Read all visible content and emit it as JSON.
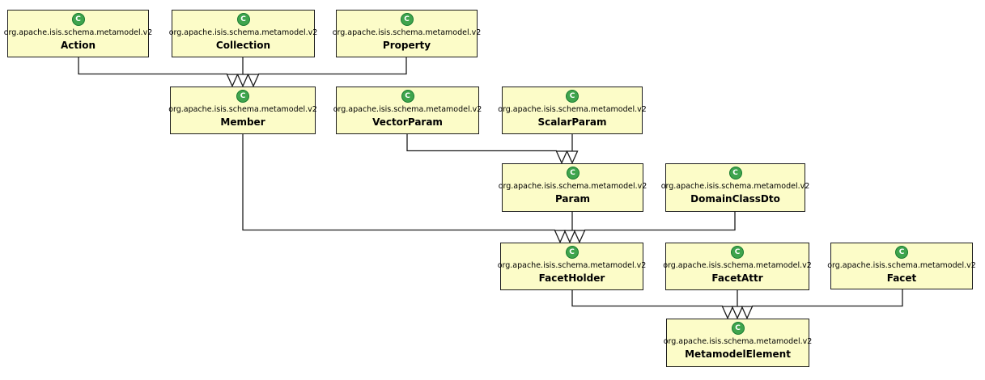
{
  "diagram": {
    "type": "uml-class-diagram",
    "icon_letter": "C",
    "colors": {
      "node_fill": "#fcfcc8",
      "node_border": "#1d1d1d",
      "icon_fill": "#3fa44d",
      "icon_border": "#167a2f",
      "icon_letter_color": "#ffffff",
      "edge_stroke": "#1d1d1d",
      "arrowhead_fill": "#ffffff",
      "background": "#ffffff"
    },
    "nodes": [
      {
        "id": "action",
        "package": "org.apache.isis.schema.metamodel.v2",
        "name": "Action"
      },
      {
        "id": "collection",
        "package": "org.apache.isis.schema.metamodel.v2",
        "name": "Collection"
      },
      {
        "id": "property",
        "package": "org.apache.isis.schema.metamodel.v2",
        "name": "Property"
      },
      {
        "id": "member",
        "package": "org.apache.isis.schema.metamodel.v2",
        "name": "Member"
      },
      {
        "id": "vectorparam",
        "package": "org.apache.isis.schema.metamodel.v2",
        "name": "VectorParam"
      },
      {
        "id": "scalarparam",
        "package": "org.apache.isis.schema.metamodel.v2",
        "name": "ScalarParam"
      },
      {
        "id": "param",
        "package": "org.apache.isis.schema.metamodel.v2",
        "name": "Param"
      },
      {
        "id": "domainclassdto",
        "package": "org.apache.isis.schema.metamodel.v2",
        "name": "DomainClassDto"
      },
      {
        "id": "facetholder",
        "package": "org.apache.isis.schema.metamodel.v2",
        "name": "FacetHolder"
      },
      {
        "id": "facetattr",
        "package": "org.apache.isis.schema.metamodel.v2",
        "name": "FacetAttr"
      },
      {
        "id": "facet",
        "package": "org.apache.isis.schema.metamodel.v2",
        "name": "Facet"
      },
      {
        "id": "metamodelelement",
        "package": "org.apache.isis.schema.metamodel.v2",
        "name": "MetamodelElement"
      }
    ],
    "edges": [
      {
        "from": "Action",
        "to": "Member",
        "type": "generalization",
        "arrowhead": "hollow-triangle"
      },
      {
        "from": "Collection",
        "to": "Member",
        "type": "generalization",
        "arrowhead": "hollow-triangle"
      },
      {
        "from": "Property",
        "to": "Member",
        "type": "generalization",
        "arrowhead": "hollow-triangle"
      },
      {
        "from": "VectorParam",
        "to": "Param",
        "type": "generalization",
        "arrowhead": "hollow-triangle"
      },
      {
        "from": "ScalarParam",
        "to": "Param",
        "type": "generalization",
        "arrowhead": "hollow-triangle"
      },
      {
        "from": "Member",
        "to": "FacetHolder",
        "type": "generalization",
        "arrowhead": "hollow-triangle"
      },
      {
        "from": "Param",
        "to": "FacetHolder",
        "type": "generalization",
        "arrowhead": "hollow-triangle"
      },
      {
        "from": "DomainClassDto",
        "to": "FacetHolder",
        "type": "generalization",
        "arrowhead": "hollow-triangle"
      },
      {
        "from": "FacetHolder",
        "to": "MetamodelElement",
        "type": "generalization",
        "arrowhead": "hollow-triangle"
      },
      {
        "from": "FacetAttr",
        "to": "MetamodelElement",
        "type": "generalization",
        "arrowhead": "hollow-triangle"
      },
      {
        "from": "Facet",
        "to": "MetamodelElement",
        "type": "generalization",
        "arrowhead": "hollow-triangle"
      }
    ]
  }
}
